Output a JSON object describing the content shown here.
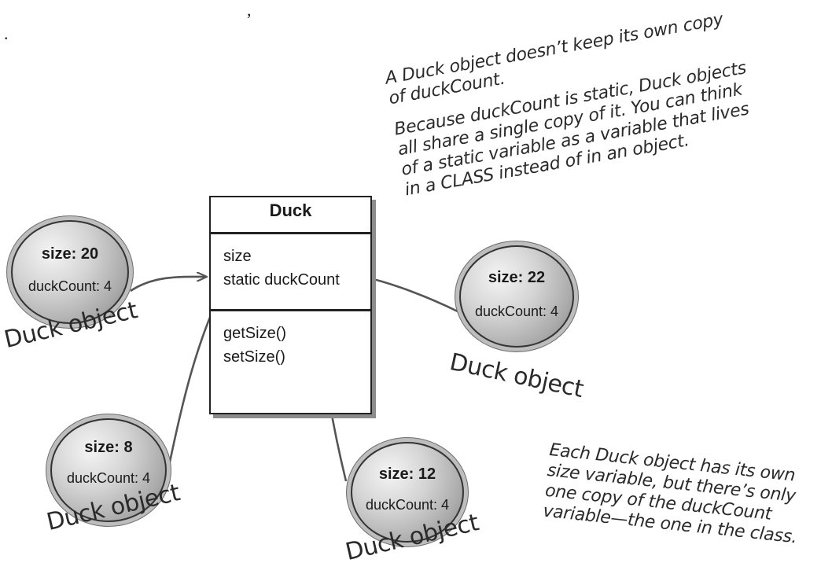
{
  "stray_marks": {
    "comma": ",",
    "dot": "."
  },
  "duck_class": {
    "name": "Duck",
    "fields": [
      "size",
      "static duckCount"
    ],
    "methods": [
      "getSize()",
      "setSize()"
    ]
  },
  "duck_objects": [
    {
      "size_text": "size: 20",
      "count_text": "duckCount: 4",
      "caption": "Duck object"
    },
    {
      "size_text": "size: 22",
      "count_text": "duckCount: 4",
      "caption": "Duck object"
    },
    {
      "size_text": "size: 8",
      "count_text": "duckCount: 4",
      "caption": "Duck object"
    },
    {
      "size_text": "size: 12",
      "count_text": "duckCount: 4",
      "caption": "Duck object"
    }
  ],
  "notes": {
    "top": [
      "A Duck object doesn’t keep its own copy",
      "of duckCount.",
      "Because duckCount is static, Duck objects",
      "all share a single copy of it. You can think",
      "of a static variable as a variable that lives",
      "in a CLASS instead of in an object."
    ],
    "bottom": [
      "Each Duck object has its own",
      "size variable, but there’s only",
      "one copy of the duckCount",
      "variable—the one in the class."
    ]
  },
  "colors": {
    "ink": "#1a1a1a",
    "arrow": "#555555",
    "box_shadow": "#8c8c8c"
  }
}
